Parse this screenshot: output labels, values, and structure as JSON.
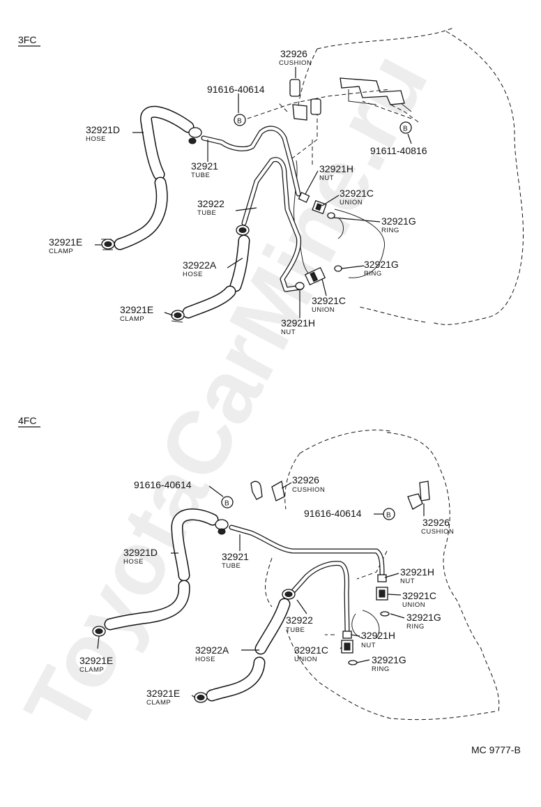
{
  "sections": {
    "top": "3FC",
    "bottom": "4FC"
  },
  "watermark": "ToyotaCarMine.ru",
  "code": "MC 9777-B",
  "bolt_mark": "B",
  "top_labels": {
    "cushion_pn": "32926",
    "cushion_desc": "CUSHION",
    "bolt1_pn": "91616-40614",
    "bolt2_pn": "91611-40816",
    "hoseD_pn": "32921D",
    "hoseD_desc": "HOSE",
    "tube1_pn": "32921",
    "tube1_desc": "TUBE",
    "nutH1_pn": "32921H",
    "nutH1_desc": "NUT",
    "unionC1_pn": "32921C",
    "unionC1_desc": "UNION",
    "tube2_pn": "32922",
    "tube2_desc": "TUBE",
    "ringG1_pn": "32921G",
    "ringG1_desc": "RING",
    "clampE1_pn": "32921E",
    "clampE1_desc": "CLAMP",
    "hoseA_pn": "32922A",
    "hoseA_desc": "HOSE",
    "ringG2_pn": "32921G",
    "ringG2_desc": "RING",
    "clampE2_pn": "32921E",
    "clampE2_desc": "CLAMP",
    "unionC2_pn": "32921C",
    "unionC2_desc": "UNION",
    "nutH2_pn": "32921H",
    "nutH2_desc": "NUT"
  },
  "bottom_labels": {
    "bolt1_pn": "91616-40614",
    "cushion1_pn": "32926",
    "cushion1_desc": "CUSHION",
    "bolt2_pn": "91616-40614",
    "cushion2_pn": "32926",
    "cushion2_desc": "CUSHION",
    "hoseD_pn": "32921D",
    "hoseD_desc": "HOSE",
    "tube1_pn": "32921",
    "tube1_desc": "TUBE",
    "nutH1_pn": "32921H",
    "nutH1_desc": "NUT",
    "unionC1_pn": "32921C",
    "unionC1_desc": "UNION",
    "ringG1_pn": "32921G",
    "ringG1_desc": "RING",
    "tube2_pn": "32922",
    "tube2_desc": "TUBE",
    "nutH2_pn": "32921H",
    "nutH2_desc": "NUT",
    "clampE1_pn": "32921E",
    "clampE1_desc": "CLAMP",
    "hoseA_pn": "32922A",
    "hoseA_desc": "HOSE",
    "unionC2_pn": "32921C",
    "unionC2_desc": "UNION",
    "ringG2_pn": "32921G",
    "ringG2_desc": "RING",
    "clampE2_pn": "32921E",
    "clampE2_desc": "CLAMP"
  }
}
